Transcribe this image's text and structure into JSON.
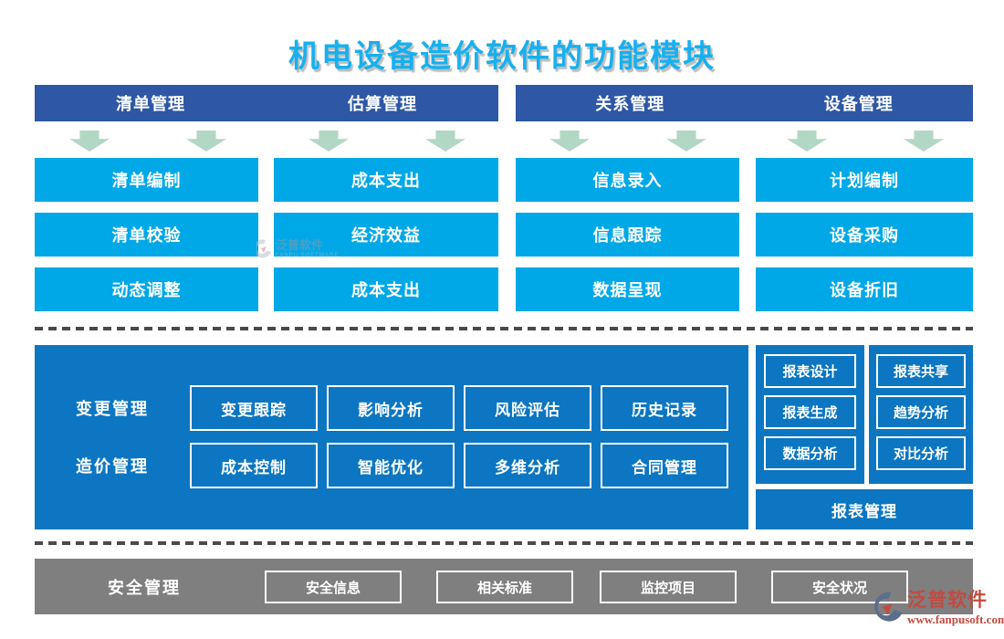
{
  "page": {
    "title": "机电设备造价软件的功能模块"
  },
  "colors": {
    "title_color": "#17b0ee",
    "header_color": "#2e57a6",
    "module_color": "#00a8e8",
    "arrow_color": "#b2d8c5",
    "panel_color": "#0c76c2",
    "security_color": "#7f7f7f",
    "dash_color": "#4a4a4a",
    "logo_red": "#c14b40"
  },
  "top": {
    "header_bars": [
      {
        "labels": [
          "清单管理",
          "估算管理"
        ]
      },
      {
        "labels": [
          "关系管理",
          "设备管理"
        ]
      }
    ],
    "columns": [
      {
        "items": [
          "清单编制",
          "清单校验",
          "动态调整"
        ]
      },
      {
        "items": [
          "成本支出",
          "经济效益",
          "成本支出"
        ]
      },
      {
        "items": [
          "信息录入",
          "信息跟踪",
          "数据呈现"
        ]
      },
      {
        "items": [
          "计划编制",
          "设备采购",
          "设备折旧"
        ]
      }
    ]
  },
  "middle": {
    "rows": [
      {
        "label": "变更管理",
        "items": [
          "变更跟踪",
          "影响分析",
          "风险评估",
          "历史记录"
        ]
      },
      {
        "label": "造价管理",
        "items": [
          "成本控制",
          "智能优化",
          "多维分析",
          "合同管理"
        ]
      }
    ]
  },
  "reports": {
    "columns": [
      [
        "报表设计",
        "报表生成",
        "数据分析"
      ],
      [
        "报表共享",
        "趋势分析",
        "对比分析"
      ]
    ],
    "footer": "报表管理"
  },
  "security": {
    "label": "安全管理",
    "items": [
      "安全信息",
      "相关标准",
      "监控项目",
      "安全状况"
    ]
  },
  "watermark": {
    "text": "泛普软件",
    "subtext": "FANPU SOFTWARE"
  },
  "logo": {
    "brand": "泛普软件",
    "url": "www.fanpusoft.com"
  }
}
